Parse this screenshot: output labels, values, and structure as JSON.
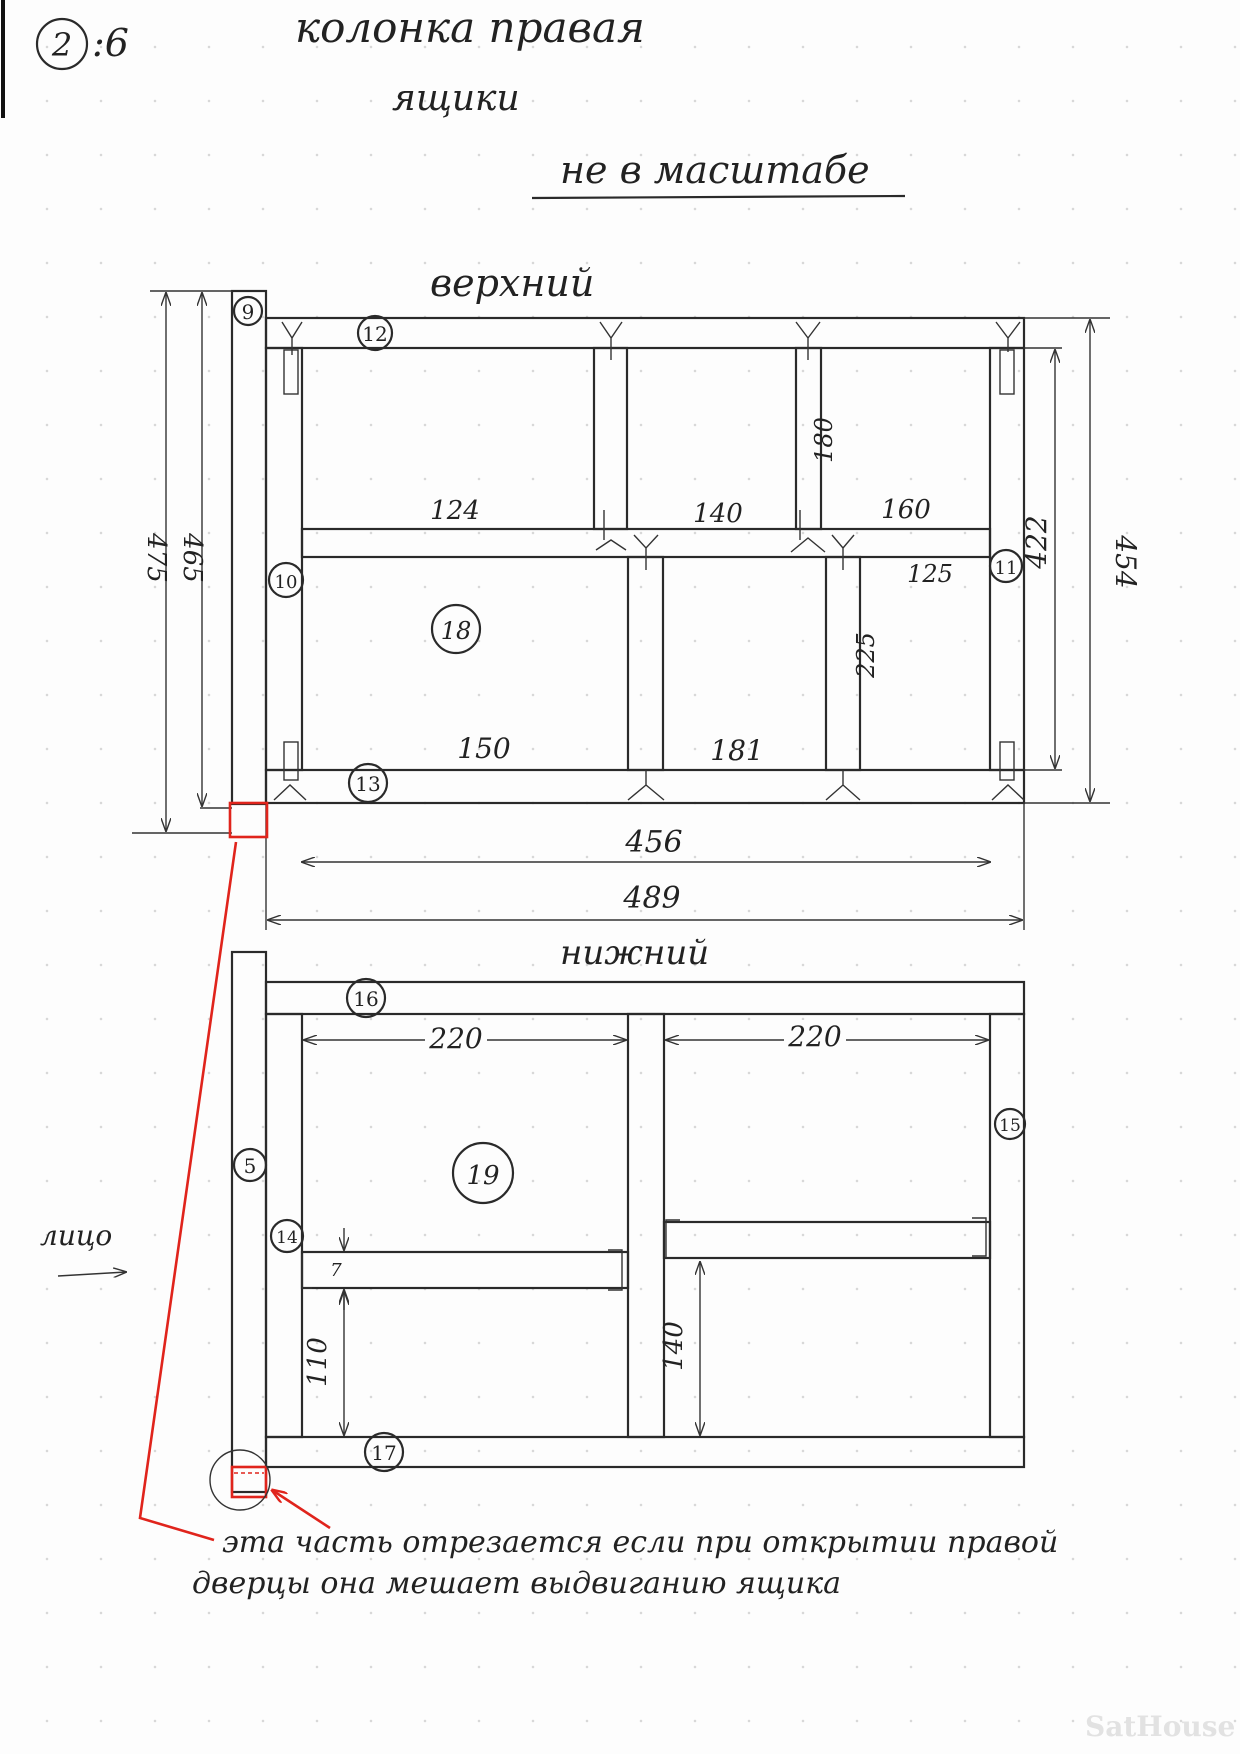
{
  "header": {
    "sheet_badge": "2",
    "sheet_ratio": ":6",
    "title_line1": "колонка правая",
    "title_line2": "ящики",
    "scale_note": "не в масштабе"
  },
  "upper": {
    "label": "верхний",
    "parts": {
      "p9": "9",
      "p10": "10",
      "p11": "11",
      "p12": "12",
      "p13": "13",
      "p18": "18"
    },
    "dims": {
      "d124": "124",
      "d140": "140",
      "d160": "160",
      "d180": "180",
      "d125": "125",
      "d225": "225",
      "d150": "150",
      "d181": "181",
      "d422": "422",
      "d454": "454",
      "d475": "475",
      "d465": "465",
      "d456": "456",
      "d489": "489"
    }
  },
  "lower": {
    "label": "нижний",
    "parts": {
      "p5": "5",
      "p14": "14",
      "p15": "15",
      "p16": "16",
      "p17": "17",
      "p19": "19"
    },
    "dims": {
      "d220a": "220",
      "d220b": "220",
      "d7": "7",
      "d110": "110",
      "d140": "140"
    }
  },
  "side_note": "лицо",
  "note_line1": "эта часть отрезается если при открытии правой",
  "note_line2": "дверцы она мешает выдвиганию ящика",
  "watermark": "SatHouse"
}
